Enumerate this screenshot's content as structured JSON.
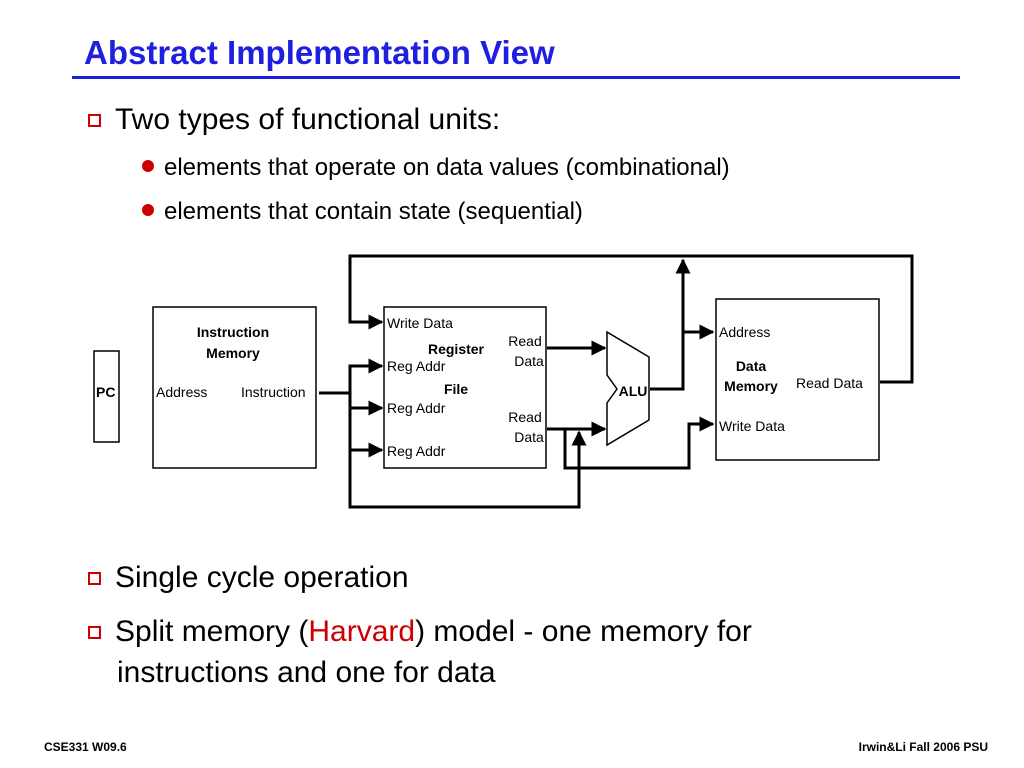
{
  "title": "Abstract Implementation View",
  "bullets": {
    "b1": "Two types of functional units:",
    "b1_sub1": "elements that operate on data values (combinational)",
    "b1_sub2": "elements that contain state (sequential)",
    "b2": "Single cycle operation",
    "b3_pre": "Split memory (",
    "b3_highlight": "Harvard",
    "b3_post": ") model - one memory for",
    "b3_line2": "instructions and one for data"
  },
  "diagram": {
    "pc": "PC",
    "imem_title1": "Instruction",
    "imem_title2": "Memory",
    "imem_address": "Address",
    "imem_instruction": "Instruction",
    "rf_write_data": "Write Data",
    "rf_reg_addr_1": "Reg Addr",
    "rf_reg_addr_2": "Reg Addr",
    "rf_reg_addr_3": "Reg Addr",
    "rf_title1": "Register",
    "rf_title2": "File",
    "rf_read1": "Read",
    "rf_data1": "Data",
    "rf_read2": "Read",
    "rf_data2": "Data",
    "alu": "ALU",
    "dmem_address": "Address",
    "dmem_title1": "Data",
    "dmem_title2": "Memory",
    "dmem_read_data": "Read Data",
    "dmem_write_data": "Write Data"
  },
  "footer": {
    "left": "CSE331  W09.6",
    "right": "Irwin&Li Fall 2006 PSU"
  },
  "colors": {
    "title": "#1f1fe0",
    "accent": "#cc0000"
  }
}
